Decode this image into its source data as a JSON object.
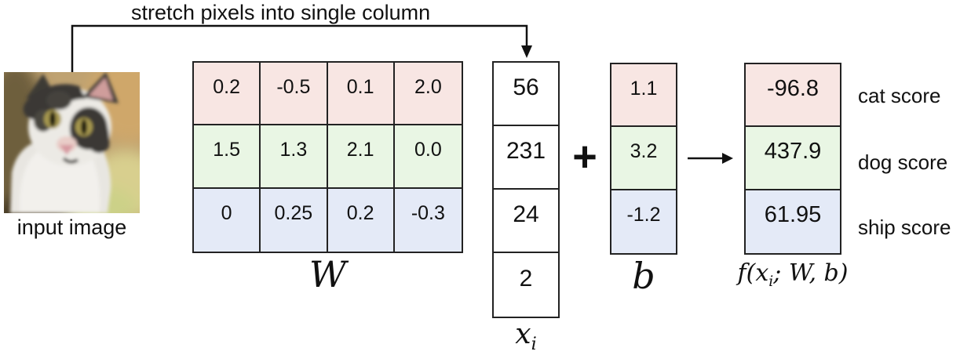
{
  "annotation": "stretch pixels into single column",
  "input_image": {
    "caption": "input image"
  },
  "weight_matrix": {
    "label": "W",
    "rows": [
      {
        "color": "#f8e6e3",
        "values": [
          "0.2",
          "-0.5",
          "0.1",
          "2.0"
        ]
      },
      {
        "color": "#e9f6e4",
        "values": [
          "1.5",
          "1.3",
          "2.1",
          "0.0"
        ]
      },
      {
        "color": "#e4eaf7",
        "values": [
          "0",
          "0.25",
          "0.2",
          "-0.3"
        ]
      }
    ]
  },
  "input_vector": {
    "label_base": "x",
    "label_sub": "i",
    "values": [
      "56",
      "231",
      "24",
      "2"
    ]
  },
  "operators": {
    "plus": "+"
  },
  "bias_vector": {
    "label": "b",
    "cells": [
      {
        "color": "#f8e6e3",
        "value": "1.1"
      },
      {
        "color": "#e9f6e4",
        "value": "3.2"
      },
      {
        "color": "#e4eaf7",
        "value": "-1.2"
      }
    ]
  },
  "output_vector": {
    "label_pre": "f(x",
    "label_sub": "i",
    "label_post": "; W, b)",
    "cells": [
      {
        "color": "#f8e6e3",
        "value": "-96.8",
        "score_label": "cat score"
      },
      {
        "color": "#e9f6e4",
        "value": "437.9",
        "score_label": "dog score"
      },
      {
        "color": "#e4eaf7",
        "value": "61.95",
        "score_label": "ship score"
      }
    ]
  },
  "colors": {
    "cat_row": "#f8e6e3",
    "dog_row": "#e9f6e4",
    "ship_row": "#e4eaf7",
    "cell_border": "#222222",
    "arrow": "#111111"
  }
}
